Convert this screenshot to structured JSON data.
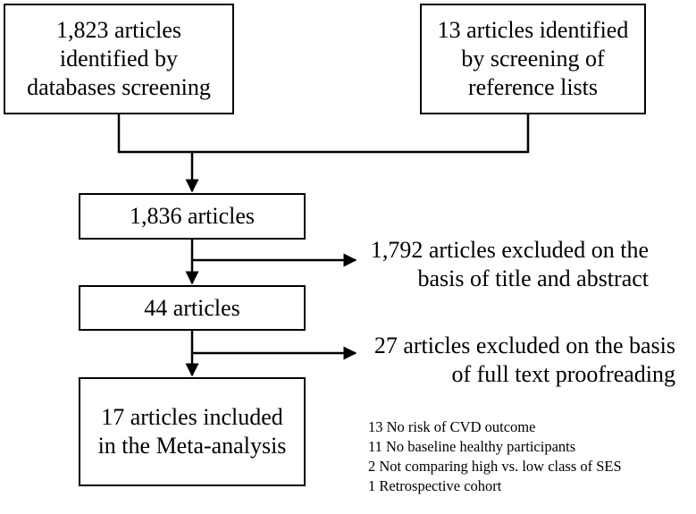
{
  "boxes": {
    "databases": {
      "lines": [
        "1,823 articles",
        "identified by",
        "databases screening"
      ]
    },
    "references": {
      "lines": [
        "13 articles identified",
        "by screening of",
        "reference lists"
      ]
    },
    "combined": {
      "lines": [
        "1,836 articles"
      ]
    },
    "screened": {
      "lines": [
        "44 articles"
      ]
    },
    "included": {
      "lines": [
        "17 articles included",
        "in the Meta-analysis"
      ]
    }
  },
  "exclusions": {
    "title_abstract": {
      "lines": [
        "1,792 articles excluded on the",
        "basis of title and abstract"
      ]
    },
    "full_text": {
      "lines": [
        "27 articles excluded on the basis",
        "of full text proofreading"
      ]
    }
  },
  "exclusion_reasons": [
    "13 No risk of CVD outcome",
    "11 No baseline healthy participants",
    "2 Not comparing high vs. low class of SES",
    "1 Retrospective cohort"
  ]
}
